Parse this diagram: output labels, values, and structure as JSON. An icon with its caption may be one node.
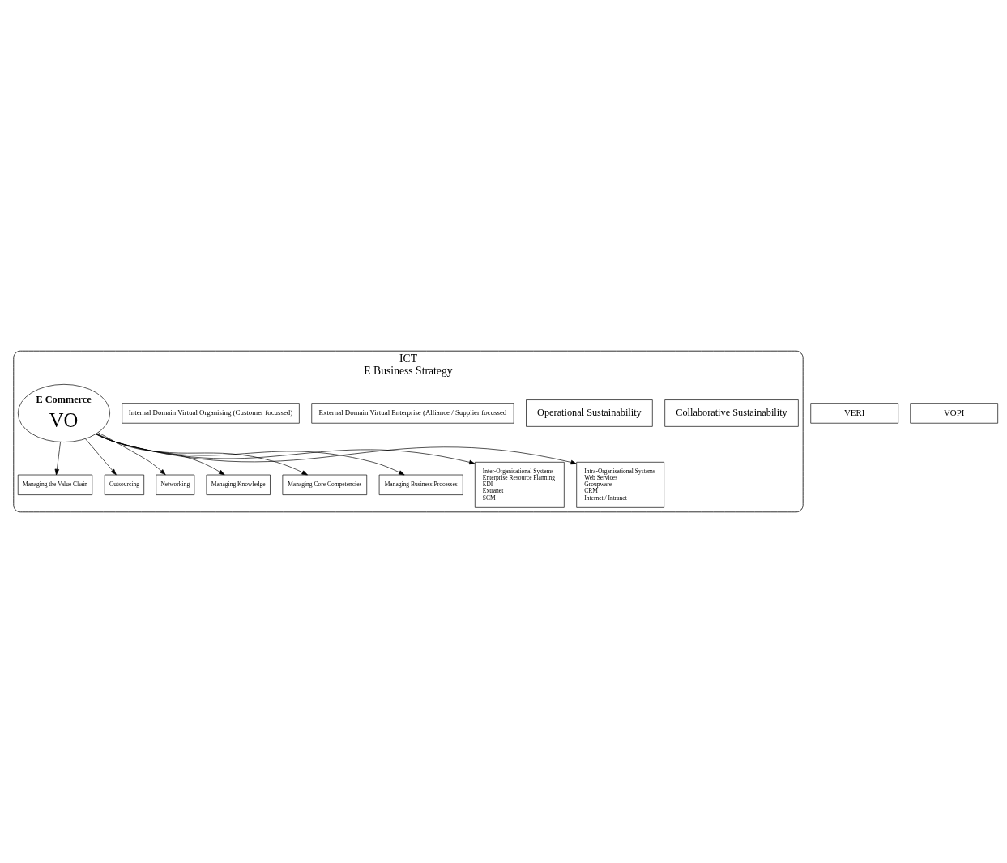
{
  "diagram": {
    "nodes": [
      {
        "text": [
          "ICT",
          "E Business Strategy"
        ]
      },
      {
        "text": [
          "Collaborative Sustainability"
        ],
        "in": 0
      },
      {
        "text": [
          "Operational Sustainability"
        ],
        "in": 0
      },
      {
        "text": [
          "External Domain Virtual Enterprise (Alliance / Supplier focussed"
        ],
        "in": 0
      },
      {
        "text": [
          "Internal Domain Virtual Organising (Customer focussed)"
        ],
        "in": 0
      },
      {
        "text": [
          "Managing the Value Chain"
        ],
        "in": 0
      },
      {
        "text": [
          "Outsourcing"
        ],
        "in": 0
      },
      {
        "text": [
          "Networking"
        ],
        "in": 0
      },
      {
        "text": [
          "E Commerce",
          "VO"
        ],
        "in": 0
      },
      {
        "text": [
          "Managing Knowledge"
        ],
        "in": 0
      },
      {
        "text": [
          "Managing Core Competencies"
        ],
        "in": 0
      },
      {
        "text": [
          "Managing Business Processes"
        ],
        "in": 0
      },
      {
        "text": [
          "Inter-Organisational Systems",
          "Enterprise Resource Planning",
          "EDI",
          "Extranet",
          "SCM"
        ],
        "in": 0
      },
      {
        "text": [
          "Intra-Organisational Systems",
          "Web Services",
          "Groupware",
          "CRM",
          "Internet / Intranet"
        ],
        "in": 0
      },
      {
        "text": [
          "VERI"
        ]
      },
      {
        "text": [
          "VOPI"
        ]
      }
    ],
    "edges": [
      {
        "from": 8,
        "to": 5,
        "arrow": "to"
      },
      {
        "from": 8,
        "to": 6,
        "arrow": "to"
      },
      {
        "from": 8,
        "to": 7,
        "arrow": "to"
      },
      {
        "from": 8,
        "to": 12,
        "arrow": "to"
      },
      {
        "from": 8,
        "to": 9,
        "arrow": "to"
      },
      {
        "from": 8,
        "to": 10,
        "arrow": "to"
      },
      {
        "from": 8,
        "to": 11,
        "arrow": "to"
      },
      {
        "from": 8,
        "to": 13,
        "arrow": "to"
      }
    ]
  }
}
